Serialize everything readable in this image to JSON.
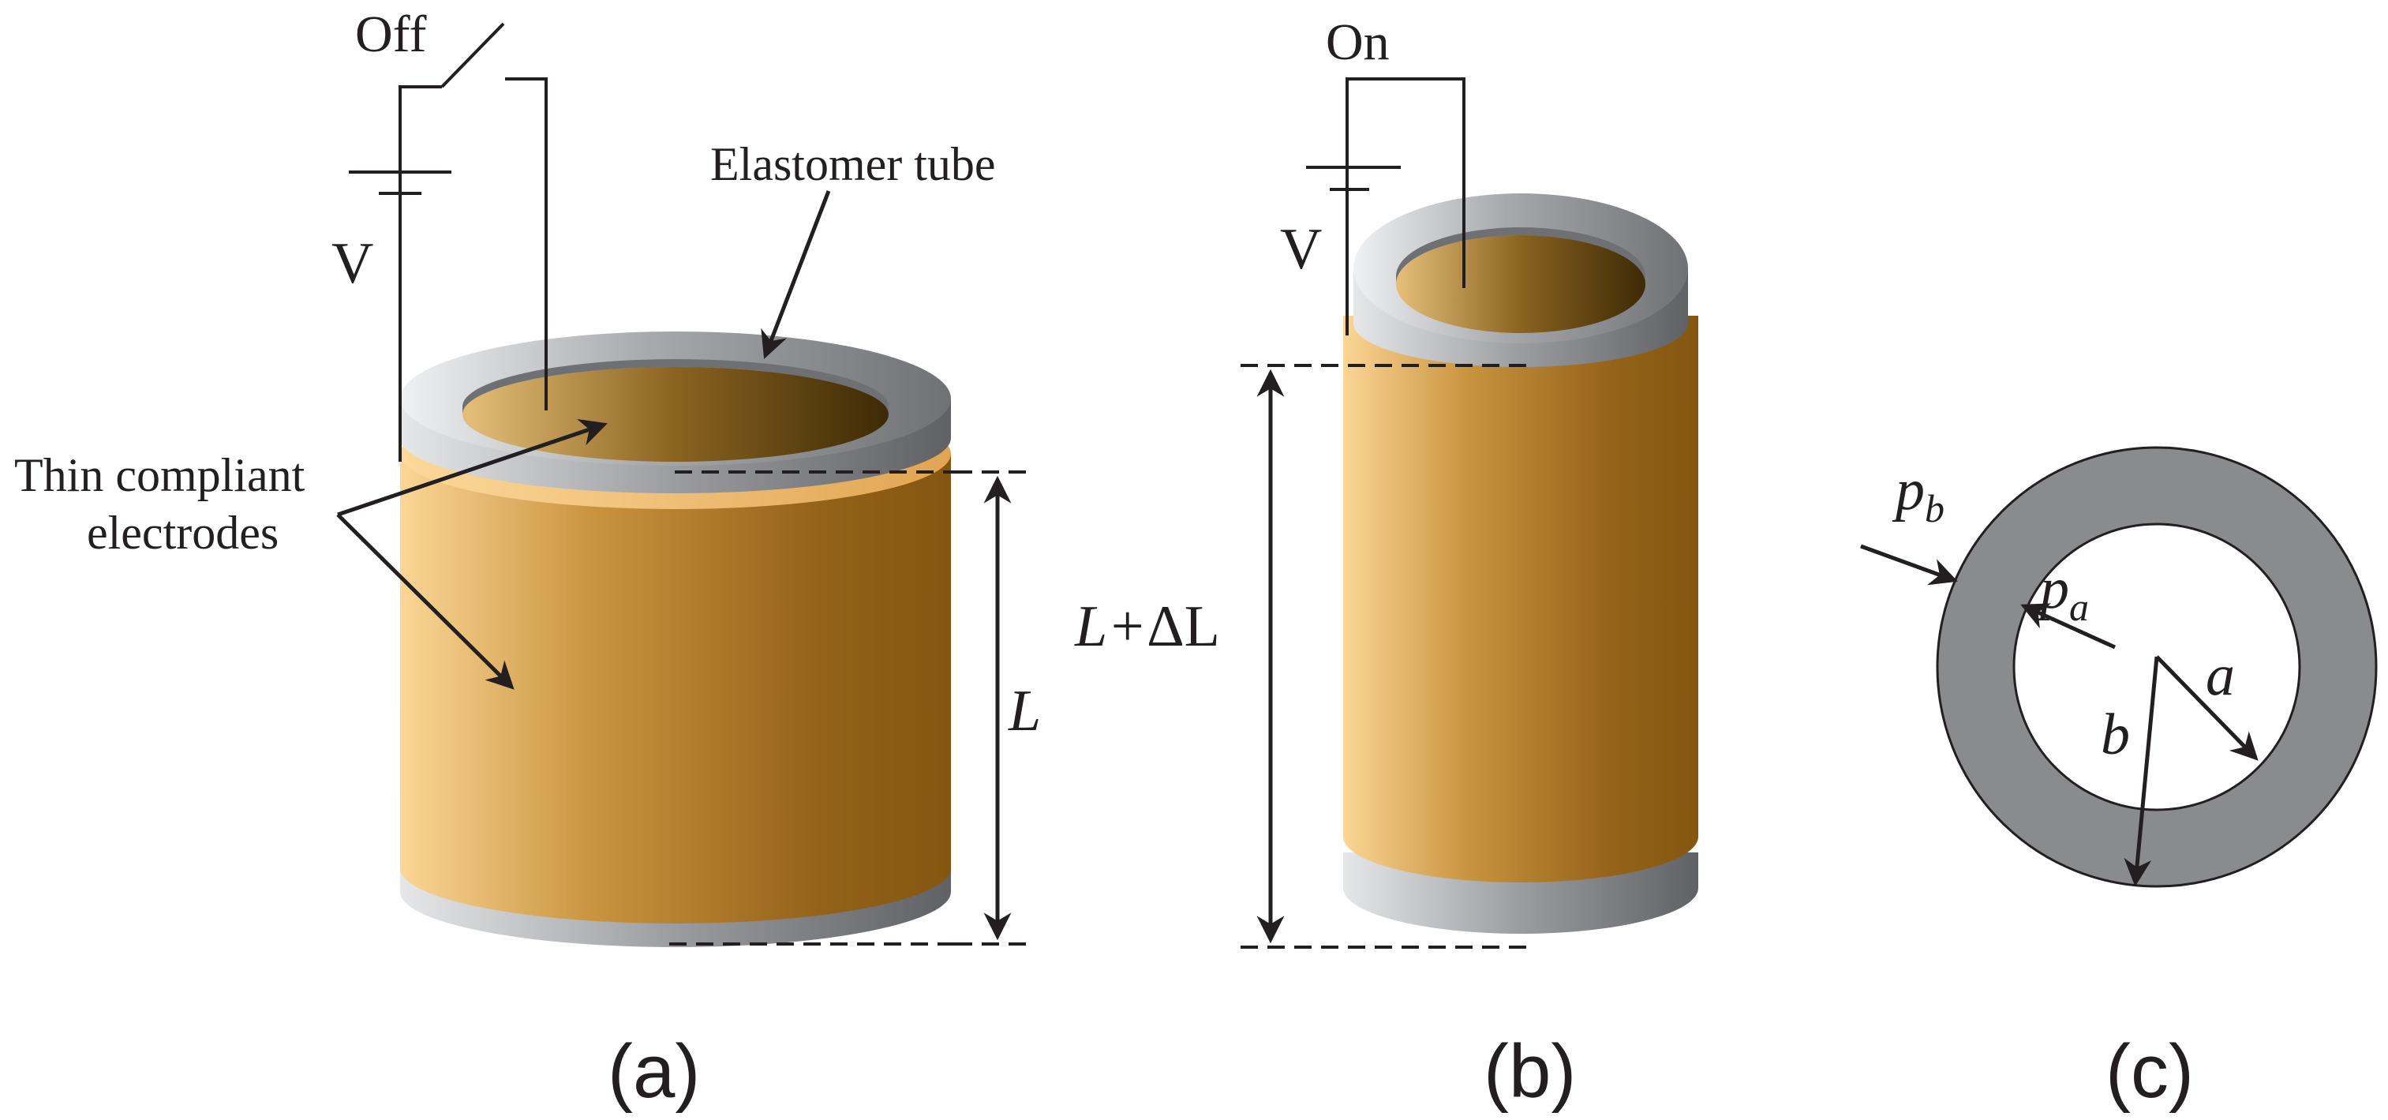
{
  "panel_a": {
    "switch_label": "Off",
    "voltage_label": "V",
    "tube_label": "Elastomer tube",
    "electrode_label_line1": "Thin compliant",
    "electrode_label_line2": "electrodes",
    "length_label": "L",
    "caption": "(a)"
  },
  "panel_b": {
    "switch_label": "On",
    "voltage_label": "V",
    "length_label_main": "L+",
    "length_label_delta": "ΔL",
    "caption": "(b)"
  },
  "panel_c": {
    "outer_pressure_label": "p",
    "outer_pressure_sub": "b",
    "inner_pressure_label": "p",
    "inner_pressure_sub": "a",
    "inner_radius_label": "a",
    "outer_radius_label": "b",
    "caption": "(c)"
  },
  "colors": {
    "electrode_light": "#fbd696",
    "electrode_dark": "#8a5a10",
    "tube_light": "#dfe0e2",
    "tube_dark": "#6b6d70",
    "ring_fill": "#8a8b8d"
  }
}
